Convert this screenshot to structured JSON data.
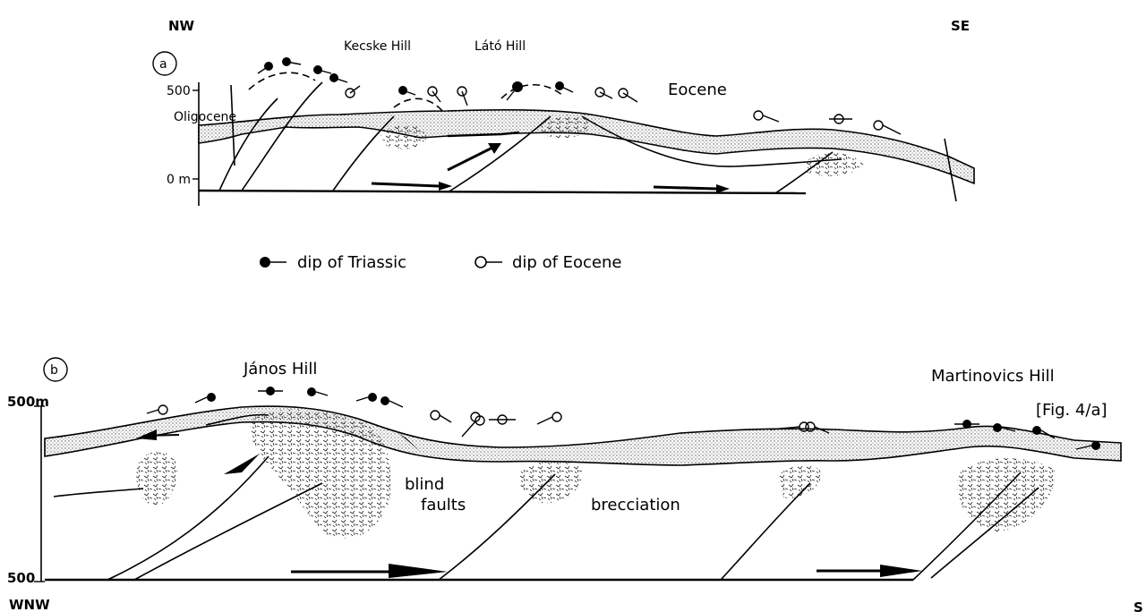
{
  "panel_a": {
    "letter": "a",
    "direction_left": "NW",
    "direction_right": "SE",
    "hill_1": "Kecske Hill",
    "hill_2": "Látó Hill",
    "unit_eocene": "Eocene",
    "unit_oligocene": "Oligocene",
    "scale_500": "500",
    "scale_0": "0 m"
  },
  "legend": {
    "triassic": "dip of Triassic",
    "eocene": "dip of Eocene"
  },
  "panel_b": {
    "letter": "b",
    "hill_1": "János Hill",
    "hill_2": "Martinovics Hill",
    "fig_ref": "[Fig. 4/a]",
    "scale_top": "500m",
    "scale_bottom": "500",
    "direction_left": "WNW",
    "direction_right": "S",
    "label_blind": "blind",
    "label_faults": "faults",
    "label_brecciation": "brecciation"
  }
}
